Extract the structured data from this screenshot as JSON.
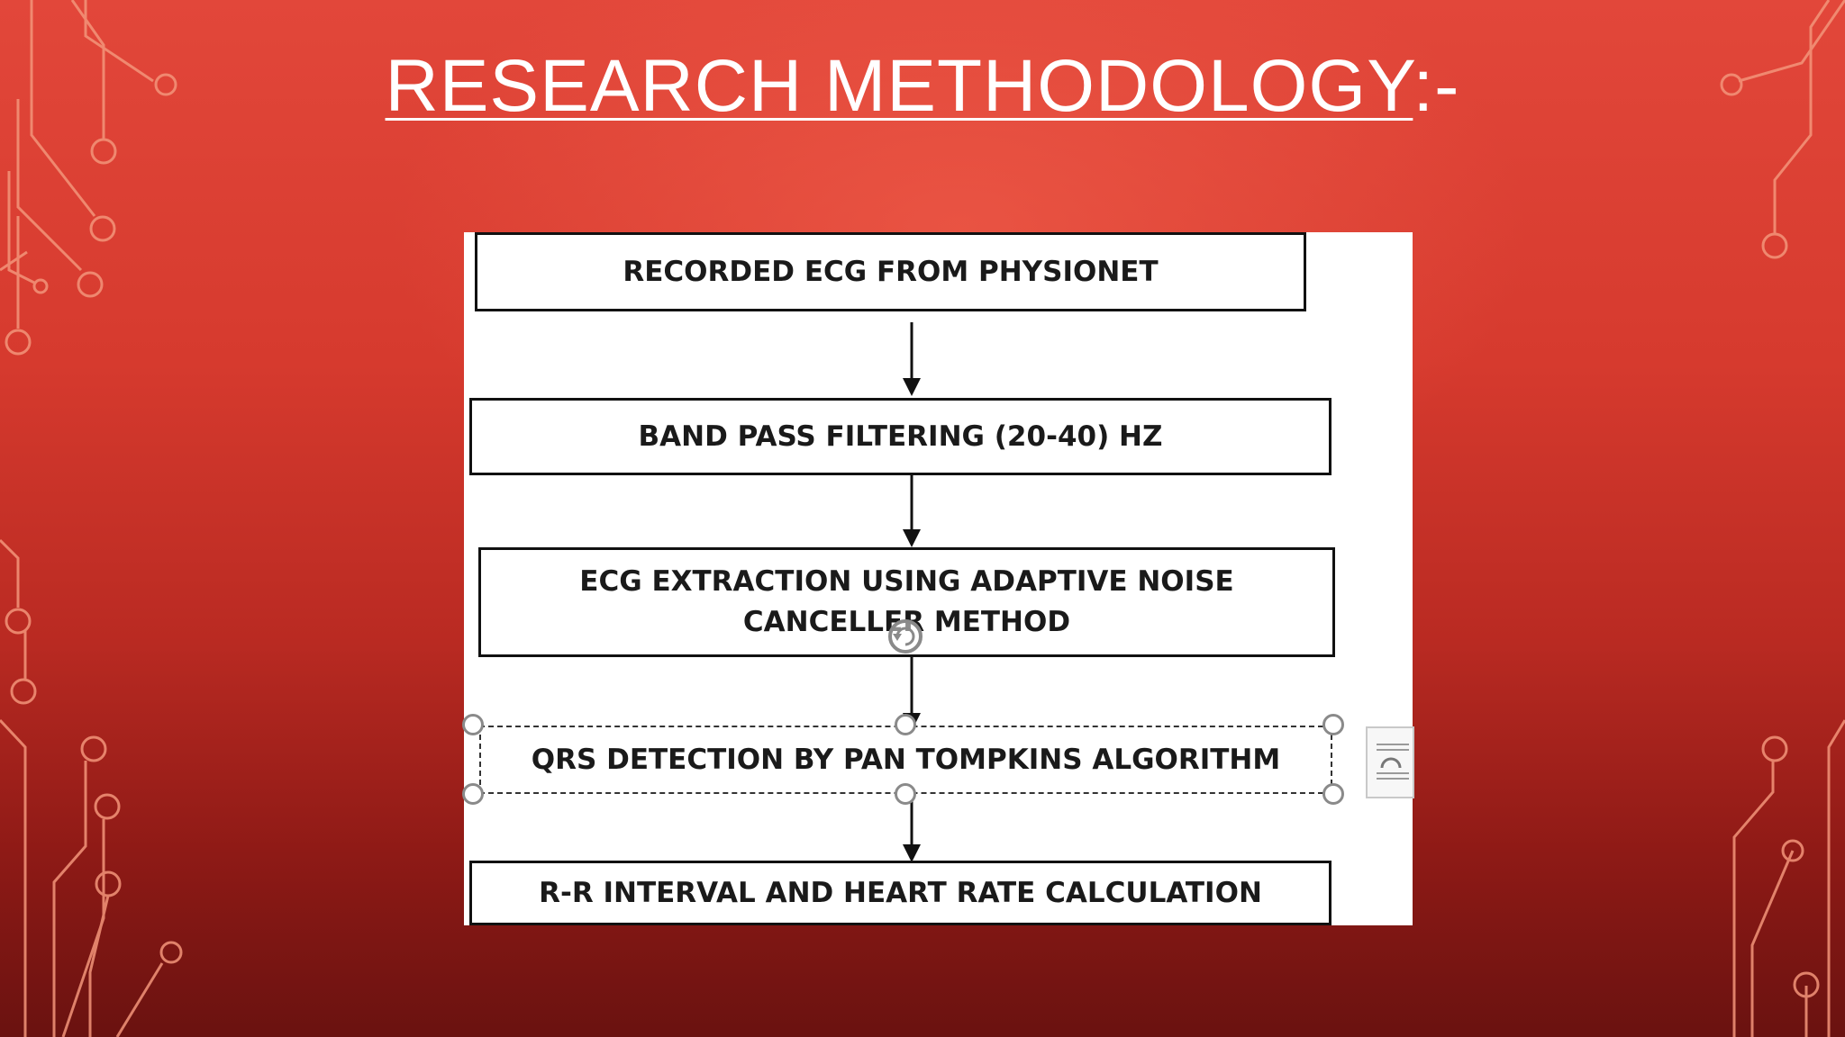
{
  "slide": {
    "title_main": "RESEARCH METHODOLOGY",
    "title_suffix": ":-"
  },
  "flowchart": {
    "steps": [
      "RECORDED ECG FROM PHYSIONET",
      "BAND PASS FILTERING (20-40) HZ",
      "ECG EXTRACTION USING ADAPTIVE NOISE CANCELLER METHOD",
      "QRS DETECTION BY PAN TOMPKINS ALGORITHM",
      "R-R INTERVAL AND HEART RATE CALCULATION"
    ],
    "selected_step": 4
  },
  "icons": {
    "rotate": "rotate-handle-icon",
    "layout_options": "layout-options-icon"
  },
  "colors": {
    "background_top": "#e2473a",
    "background_bottom": "#6a1210",
    "decor_line": "#f08a6e",
    "box_border": "#111111",
    "handle": "#8a8a8a"
  }
}
